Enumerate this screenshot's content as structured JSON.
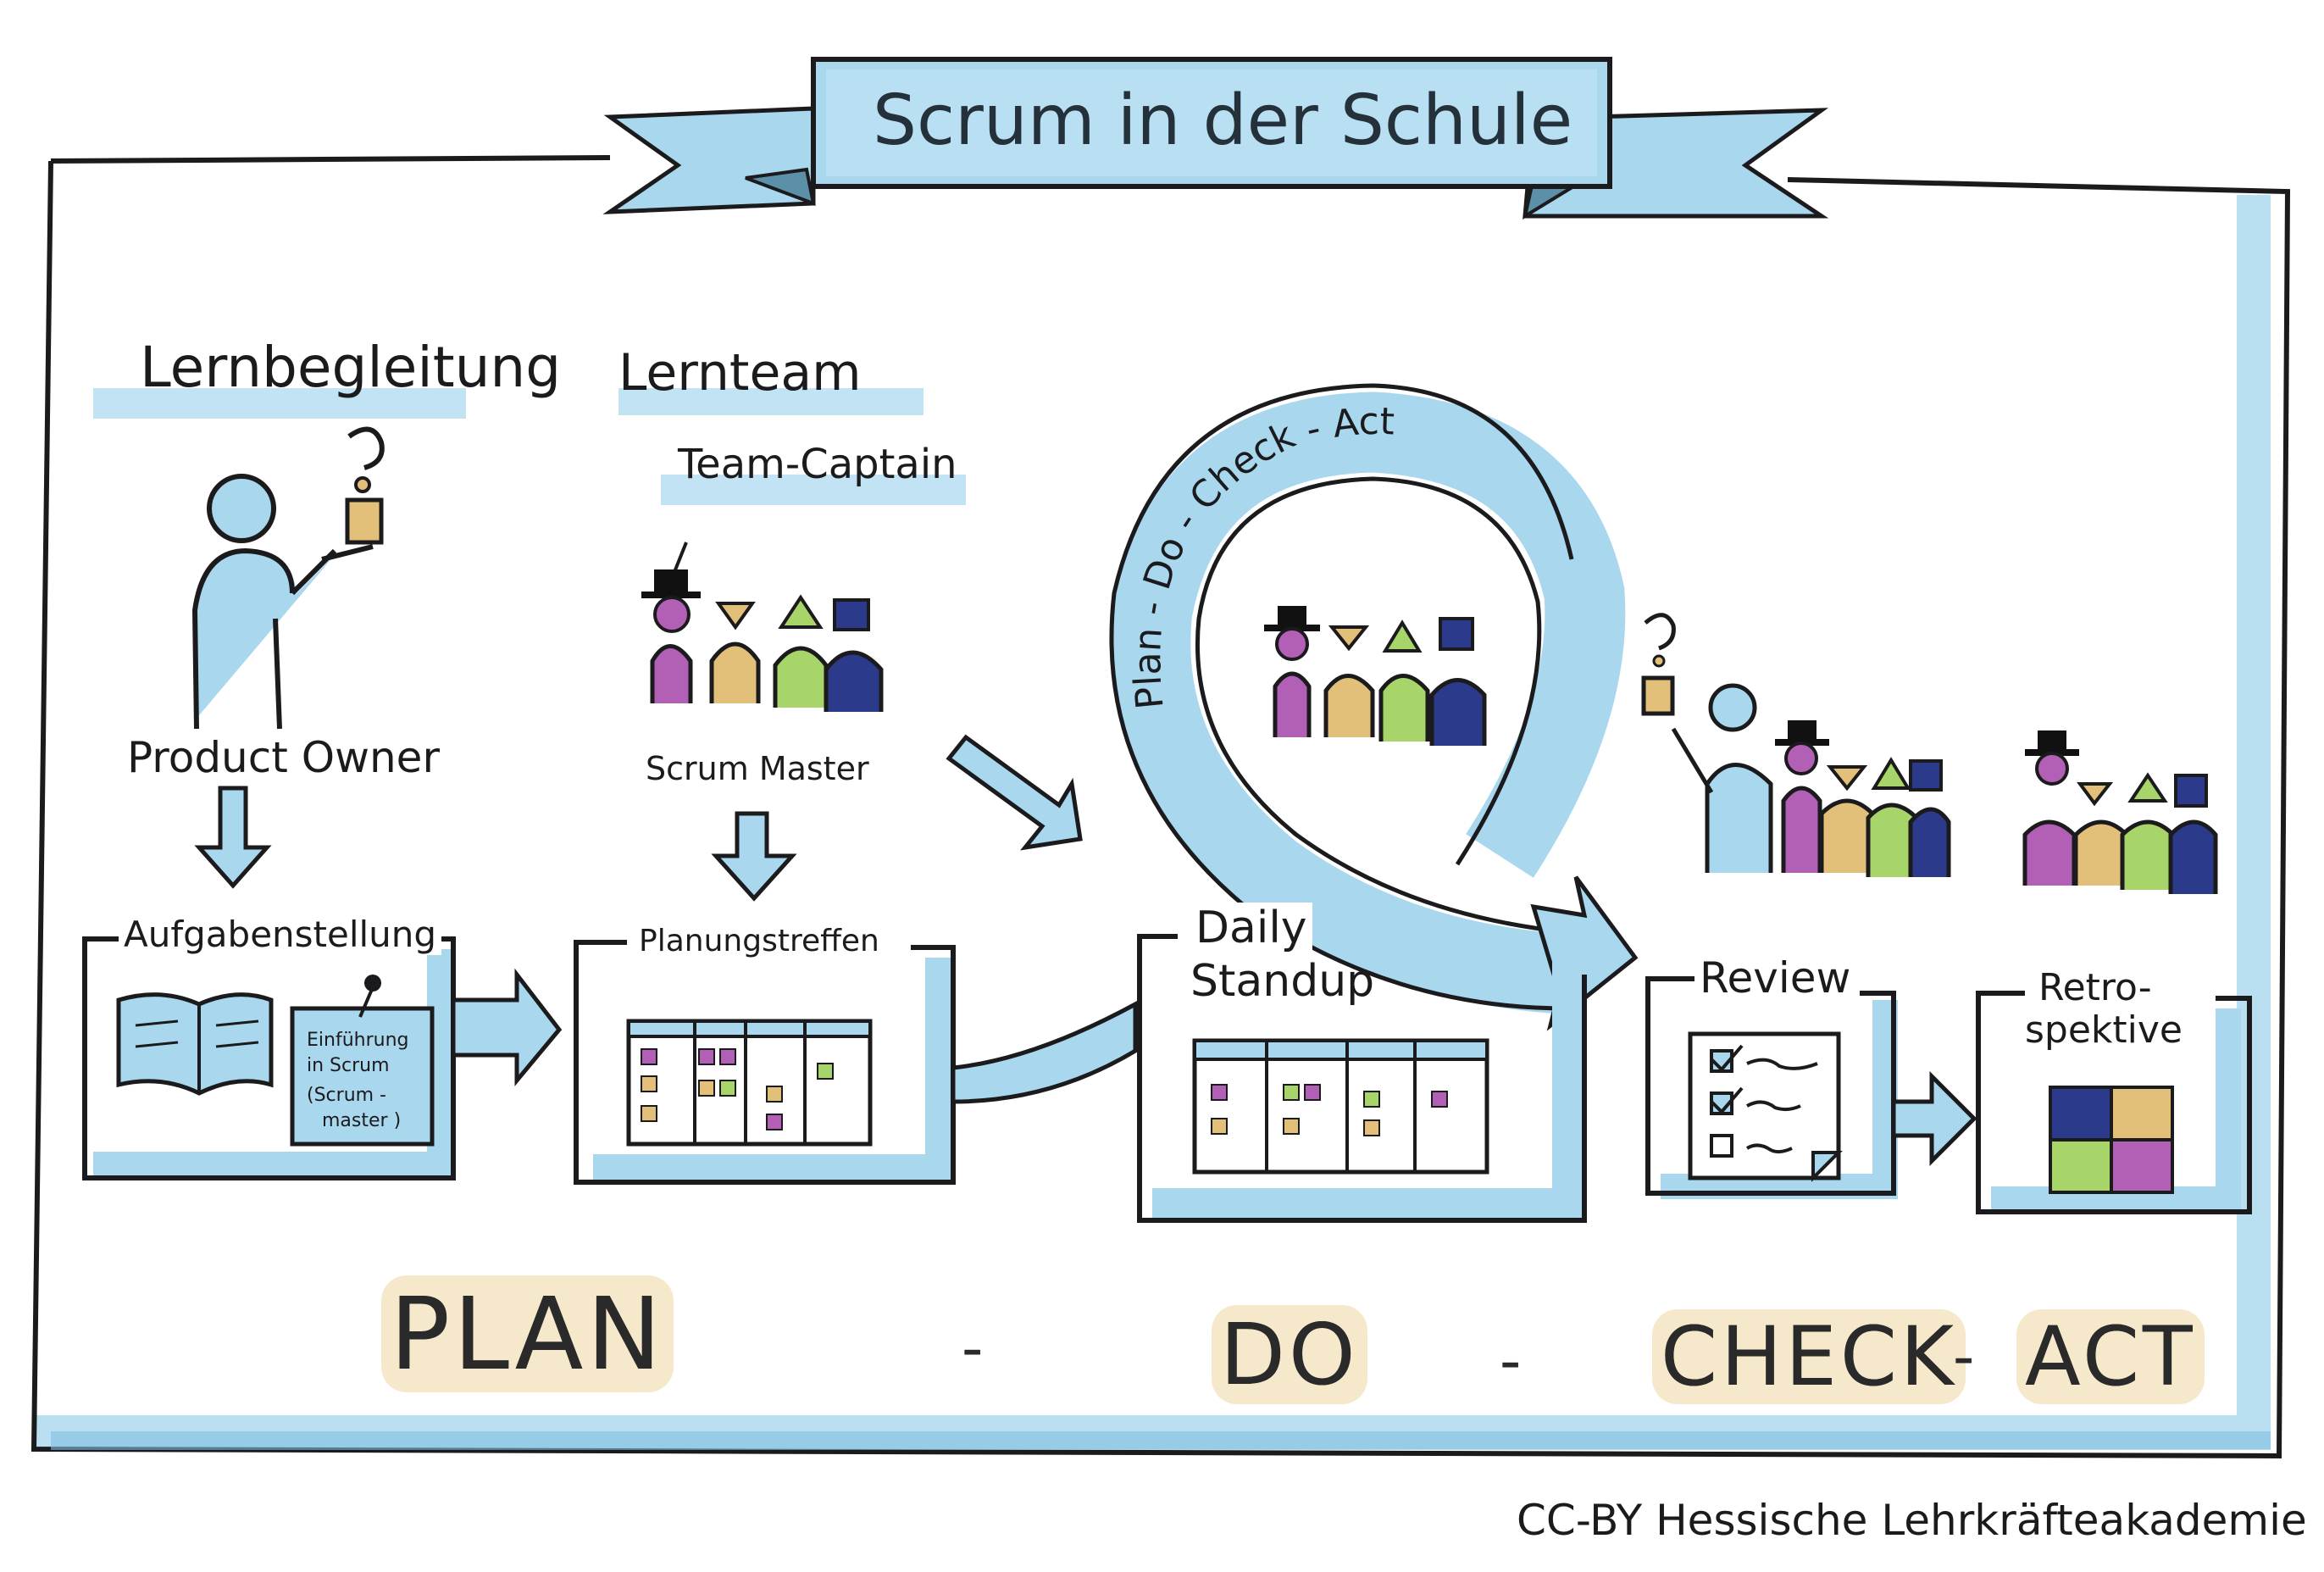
{
  "title": "Scrum in der Schule",
  "roles": {
    "lernbegleitung": "Lernbegleitung",
    "lernteam": "Lernteam",
    "team_captain": "Team-Captain",
    "product_owner": "Product Owner",
    "scrum_master": "Scrum Master"
  },
  "stages": {
    "aufgabenstellung": "Aufgabenstellung",
    "note_line1": "Einführung",
    "note_line2": "in Scrum",
    "note_line3": "(Scrum -",
    "note_line4": "master )",
    "planungstreffen": "Planungstreffen",
    "daily_line1": "Daily",
    "daily_line2": "Standup",
    "review": "Review",
    "retro_line1": "Retro-",
    "retro_line2": "spektive"
  },
  "loop_label": "Plan - Do - Check - Act",
  "phases": {
    "plan": "PLAN",
    "dash1": "-",
    "do": "DO",
    "dash2": "-",
    "check": "CHECK",
    "dash3": "-",
    "act": "ACT"
  },
  "credit": "CC-BY Hessische Lehrkräfteakademie",
  "colors": {
    "accent_blue": "#8ecbe8",
    "pink": "#b25fb6",
    "yellow": "#e3c07a",
    "green": "#a8d56a",
    "navy": "#2b3a8a",
    "phase_glow": "#ecd08c"
  }
}
